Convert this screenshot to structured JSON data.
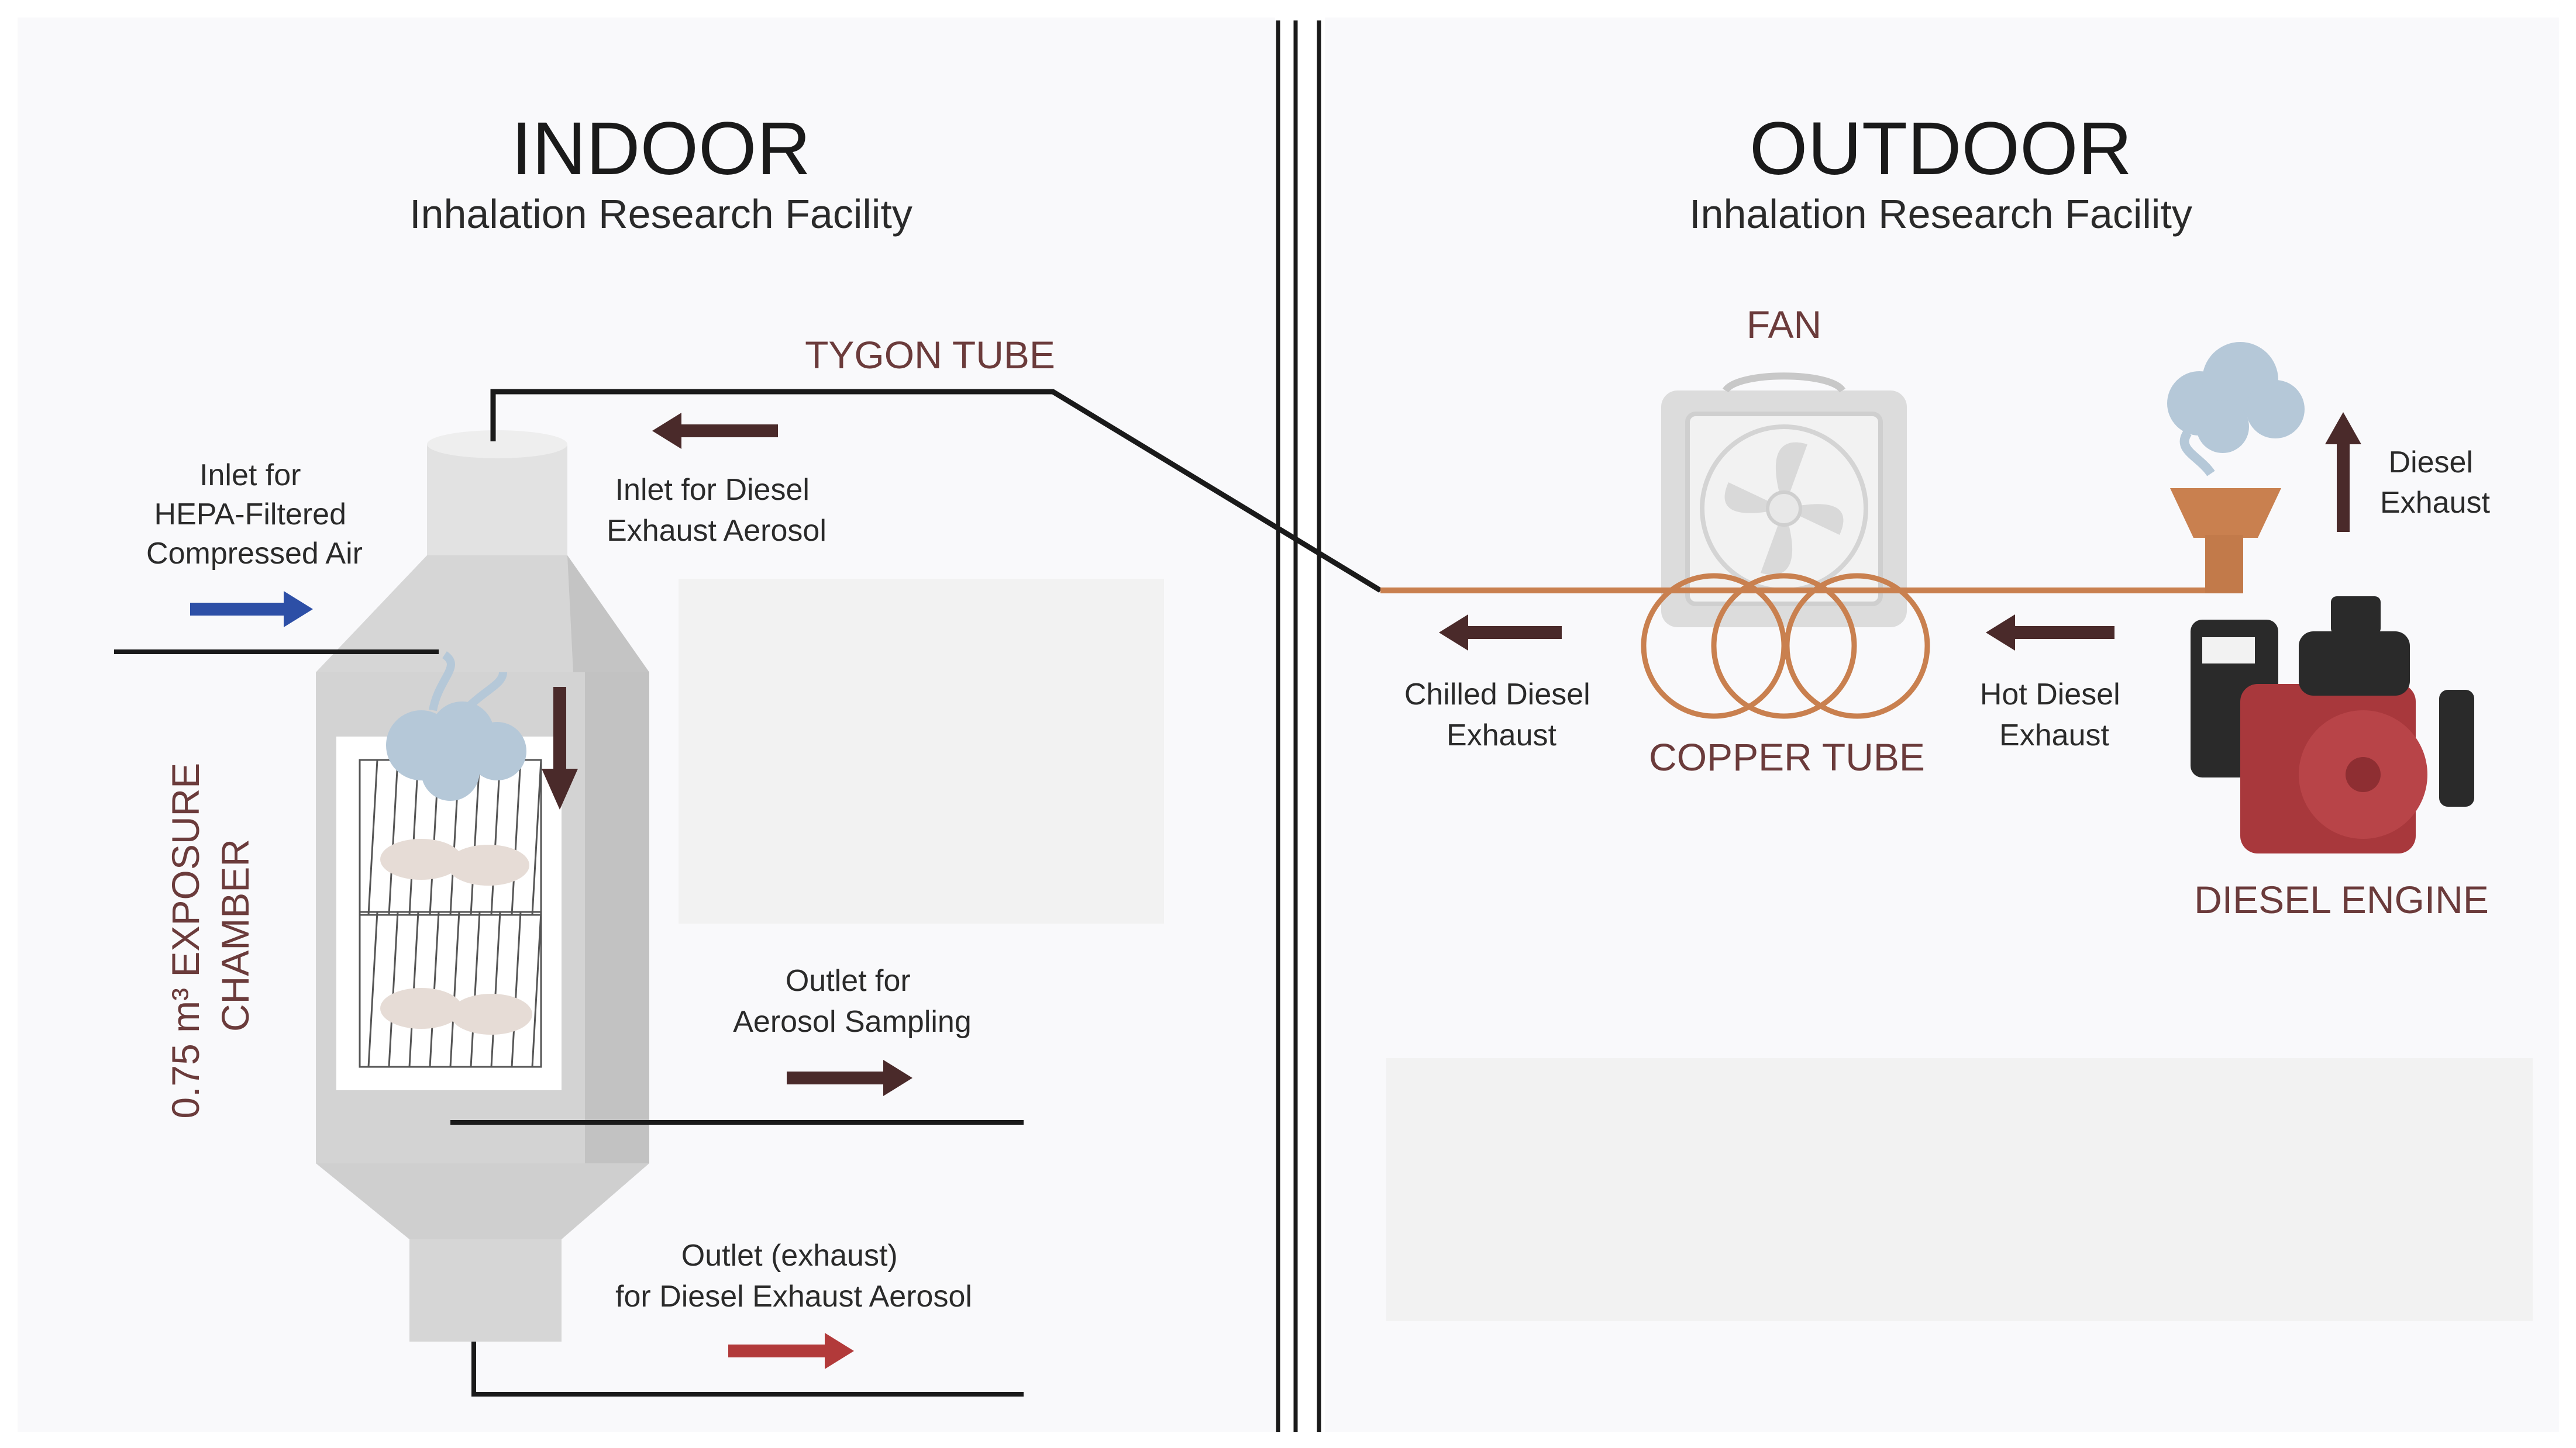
{
  "indoor": {
    "title": "INDOOR",
    "subtitle": "Inhalation Research Facility",
    "chamber_line1": "0.75 m³ EXPOSURE",
    "chamber_line2": "CHAMBER",
    "tube_label": "TYGON TUBE",
    "inlet_air": [
      "Inlet for",
      "HEPA-Filtered",
      "Compressed Air"
    ],
    "inlet_exhaust": [
      "Inlet for Diesel",
      "Exhaust Aerosol"
    ],
    "outlet_sampling": [
      "Outlet for",
      "Aerosol Sampling"
    ],
    "outlet_exhaust": [
      "Outlet (exhaust)",
      "for Diesel Exhaust Aerosol"
    ]
  },
  "outdoor": {
    "title": "OUTDOOR",
    "subtitle": "Inhalation Research Facility",
    "fan_label": "FAN",
    "copper_label": "COPPER TUBE",
    "engine_label": "DIESEL ENGINE",
    "chilled": [
      "Chilled Diesel",
      "Exhaust"
    ],
    "hot": [
      "Hot Diesel",
      "Exhaust"
    ],
    "diesel_exhaust": [
      "Diesel",
      "Exhaust"
    ]
  },
  "colors": {
    "arrow_dark": "#4a2a2a",
    "arrow_blue": "#2d4fa6",
    "arrow_red": "#b23a3a",
    "copper": "#c9804f",
    "engine_red": "#a8383c",
    "chamber_gray": "#d3d3d3"
  }
}
